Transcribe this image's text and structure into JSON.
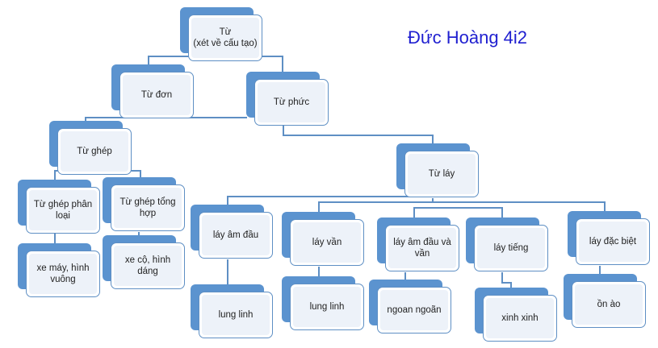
{
  "title": "Đức Hoàng 4i2",
  "nodes": {
    "tu": "Từ\n(xét về cấu tạo)",
    "tu_don": "Từ đơn",
    "tu_phuc": "Từ phức",
    "tu_ghep": "Từ ghép",
    "tu_lay": "Từ láy",
    "ghep_phan_loai": "Từ ghép phân loại",
    "ghep_tong_hop": "Từ ghép tổng hợp",
    "vd_phan_loai": "xe máy, hình vuông",
    "vd_tong_hop": "xe cộ, hình dáng",
    "lay_am_dau": "láy âm đầu",
    "vd_am_dau": "lung linh",
    "lay_van": "láy vần",
    "vd_van": "lung linh",
    "lay_am_dau_van": "láy âm đầu  và vần",
    "vd_am_dau_van": "ngoan ngoãn",
    "lay_tieng": "láy tiếng",
    "vd_tieng": "xinh xinh",
    "lay_dac_biet": "láy đặc  biệt",
    "vd_dac_biet": "ồn ào"
  },
  "colors": {
    "box": "#5b93cf",
    "line": "#5e8fc4",
    "title": "#1f1fd0"
  }
}
